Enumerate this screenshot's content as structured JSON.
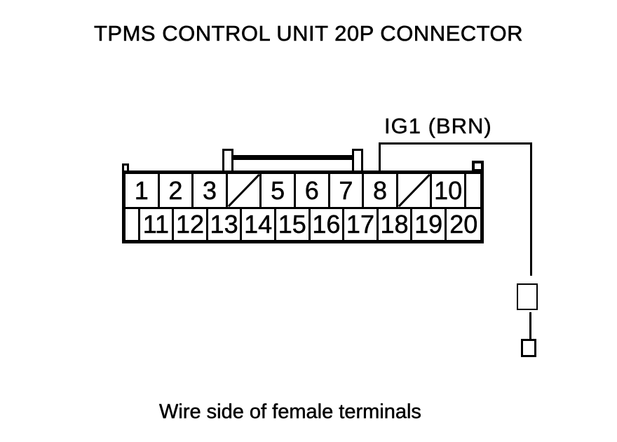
{
  "title": "TPMS CONTROL UNIT 20P CONNECTOR",
  "caption": "Wire side of female terminals",
  "wire": {
    "label": "IG1 (BRN)",
    "connects_to_pin": "8"
  },
  "colors": {
    "ink": "#000000",
    "paper": "#ffffff"
  },
  "connector": {
    "type": "20P",
    "rows": [
      {
        "cells": [
          {
            "type": "pin",
            "label": "1"
          },
          {
            "type": "pin",
            "label": "2"
          },
          {
            "type": "pin",
            "label": "3"
          },
          {
            "type": "blocked"
          },
          {
            "type": "pin",
            "label": "5"
          },
          {
            "type": "pin",
            "label": "6"
          },
          {
            "type": "pin",
            "label": "7"
          },
          {
            "type": "pin",
            "label": "8"
          },
          {
            "type": "blocked"
          },
          {
            "type": "pin",
            "label": "10"
          },
          {
            "type": "spacer"
          }
        ]
      },
      {
        "cells": [
          {
            "type": "spacer"
          },
          {
            "type": "pin",
            "label": "11"
          },
          {
            "type": "pin",
            "label": "12"
          },
          {
            "type": "pin",
            "label": "13"
          },
          {
            "type": "pin",
            "label": "14"
          },
          {
            "type": "pin",
            "label": "15"
          },
          {
            "type": "pin",
            "label": "16"
          },
          {
            "type": "pin",
            "label": "17"
          },
          {
            "type": "pin",
            "label": "18"
          },
          {
            "type": "pin",
            "label": "19"
          },
          {
            "type": "pin",
            "label": "20"
          }
        ]
      }
    ]
  }
}
